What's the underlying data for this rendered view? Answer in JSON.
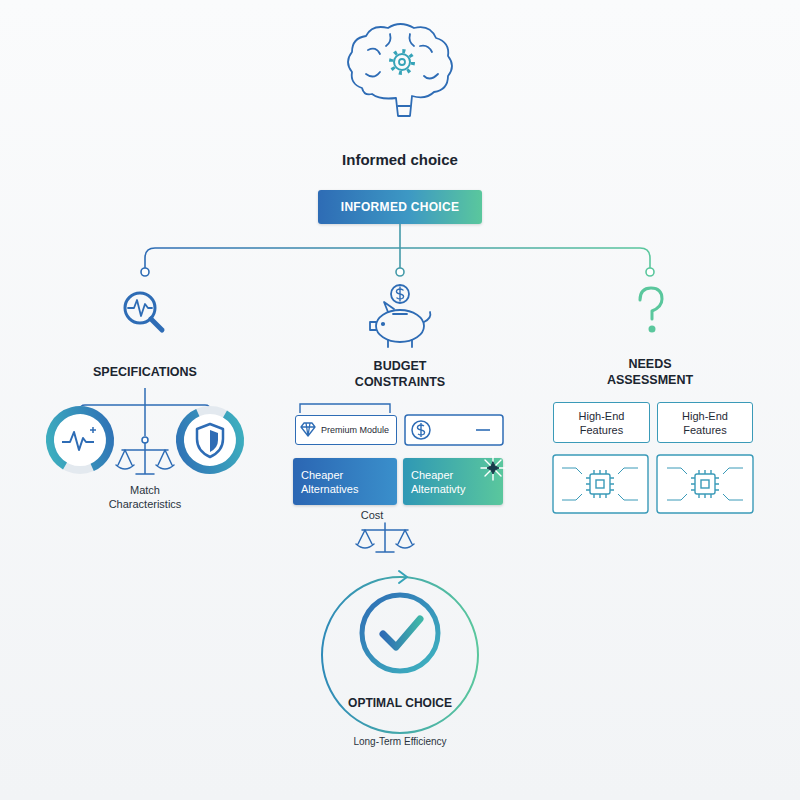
{
  "diagram": {
    "title": "Informed choice",
    "nodes": [
      {
        "text": [
          "INFORMED CHOICE"
        ]
      },
      {
        "text": [
          "Premium Module"
        ]
      },
      {
        "text": [
          "Cheaper Alternatives"
        ]
      },
      {
        "text": [
          "Cheaper Alternativty"
        ]
      },
      {
        "text": [
          "High-End Features"
        ]
      },
      {
        "text": [
          "High-End Features"
        ]
      },
      {
        "text": [
          "OPTIMAL CHOICE",
          "Long-Term Efficiency"
        ]
      }
    ],
    "labels": [
      "SPECIFICATIONS",
      "Match Characteristics",
      "BUDGET CONSTRAINTS",
      "Cost",
      "NEEDS ASSESSMENT"
    ]
  }
}
